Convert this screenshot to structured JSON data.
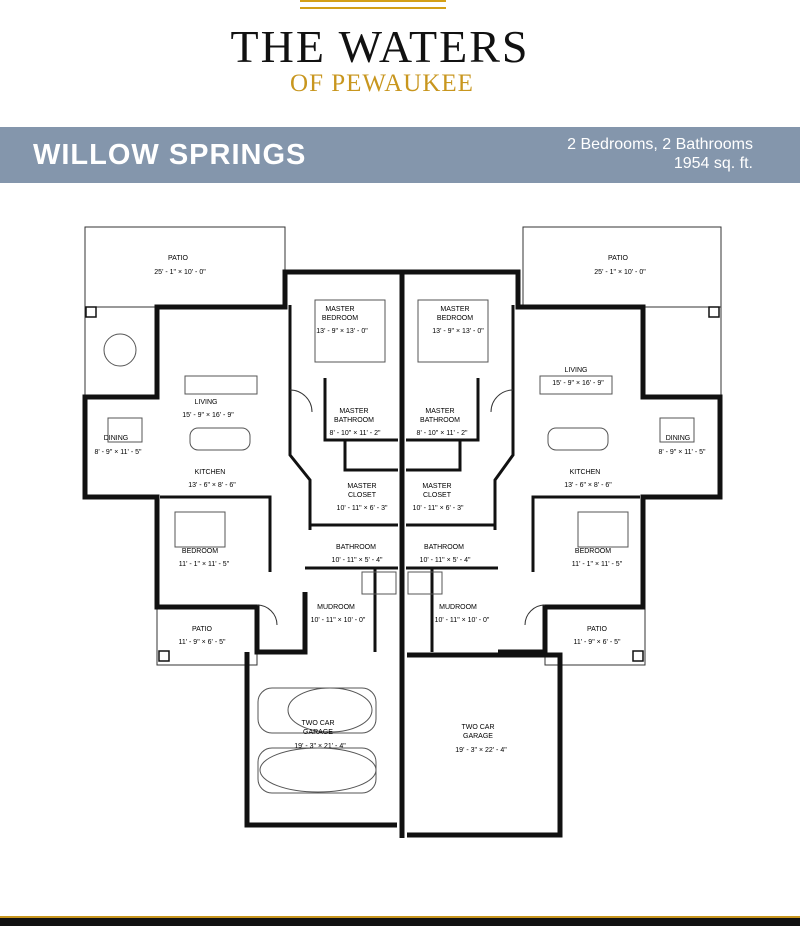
{
  "logo": {
    "title": "THE WATERS",
    "subtitle": "OF PEWAUKEE"
  },
  "banner": {
    "plan_name": "WILLOW SPRINGS",
    "specs_line1": "2 Bedrooms, 2 Bathrooms",
    "specs_line2": "1954 sq. ft."
  },
  "colors": {
    "banner": "#8496ac",
    "gold": "#c8961e",
    "wall": "#111111"
  },
  "rooms": {
    "patio_left": {
      "name": "PATIO",
      "dims": "25' - 1\"  ×  10' - 0\""
    },
    "patio_right": {
      "name": "PATIO",
      "dims": "25' - 1\"  ×  10' - 0\""
    },
    "master_bedroom_left": {
      "name1": "MASTER",
      "name2": "BEDROOM",
      "dims": "13' - 9\"  ×  13' - 0\""
    },
    "master_bedroom_right": {
      "name1": "MASTER",
      "name2": "BEDROOM",
      "dims": "13' - 9\"  ×  13' - 0\""
    },
    "living_left": {
      "name": "LIVING",
      "dims": "15' - 9\"  ×  16' - 9\""
    },
    "living_right": {
      "name": "LIVING",
      "dims": "15' - 9\"  ×  16' - 9\""
    },
    "master_bath_left": {
      "name1": "MASTER",
      "name2": "BATHROOM",
      "dims": "8' - 10\"  ×  11' - 2\""
    },
    "master_bath_right": {
      "name1": "MASTER",
      "name2": "BATHROOM",
      "dims": "8' - 10\"  ×  11' - 2\""
    },
    "dining_left": {
      "name": "DINING",
      "dims": "8' - 9\"  ×  11' - 5\""
    },
    "dining_right": {
      "name": "DINING",
      "dims": "8' - 9\"  ×  11' - 5\""
    },
    "kitchen_left": {
      "name": "KITCHEN",
      "dims": "13' - 6\"  ×  8' - 6\""
    },
    "kitchen_right": {
      "name": "KITCHEN",
      "dims": "13' - 6\"  ×  8' - 6\""
    },
    "master_closet_left": {
      "name1": "MASTER",
      "name2": "CLOSET",
      "dims": "10' - 11\"  ×  6' - 3\""
    },
    "master_closet_right": {
      "name1": "MASTER",
      "name2": "CLOSET",
      "dims": "10' - 11\"  ×  6' - 3\""
    },
    "bathroom_left": {
      "name": "BATHROOM",
      "dims": "10' - 11\"  ×  5' - 4\""
    },
    "bathroom_right": {
      "name": "BATHROOM",
      "dims": "10' - 11\"  ×  5' - 4\""
    },
    "bedroom_left": {
      "name": "BEDROOM",
      "dims": "11' - 1\"  ×  11' - 5\""
    },
    "bedroom_right": {
      "name": "BEDROOM",
      "dims": "11' - 1\"  ×  11' - 5\""
    },
    "mudroom_left": {
      "name": "MUDROOM",
      "dims": "10' - 11\"  ×  10' - 0\""
    },
    "mudroom_right": {
      "name": "MUDROOM",
      "dims": "10' - 11\"  ×  10' - 0\""
    },
    "small_patio_left": {
      "name": "PATIO",
      "dims": "11' - 9\"  ×  6' - 5\""
    },
    "small_patio_right": {
      "name": "PATIO",
      "dims": "11' - 9\"  ×  6' - 5\""
    },
    "garage_left": {
      "name1": "TWO CAR",
      "name2": "GARAGE",
      "dims": "19' - 3\"  ×  21' - 4\""
    },
    "garage_right": {
      "name1": "TWO CAR",
      "name2": "GARAGE",
      "dims": "19' - 3\"  ×  22' - 4\""
    }
  }
}
